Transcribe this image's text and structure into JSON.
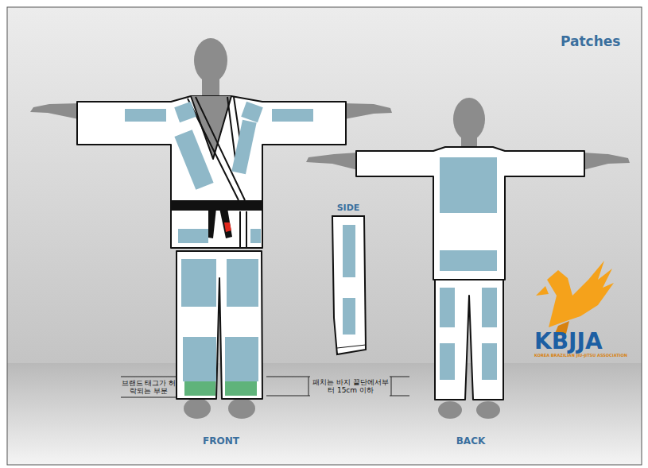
{
  "diagram": {
    "title": "Patches",
    "labels": [
      "SIDE",
      "브랜드 태그가 허락되는 부분",
      "패치는 바지 끝단에서부터 15cm 이하",
      "FRONT",
      "BACK",
      "KBJJA",
      "KOREA BRAZILIAN JIU-JITSU ASSOCIATION"
    ]
  }
}
